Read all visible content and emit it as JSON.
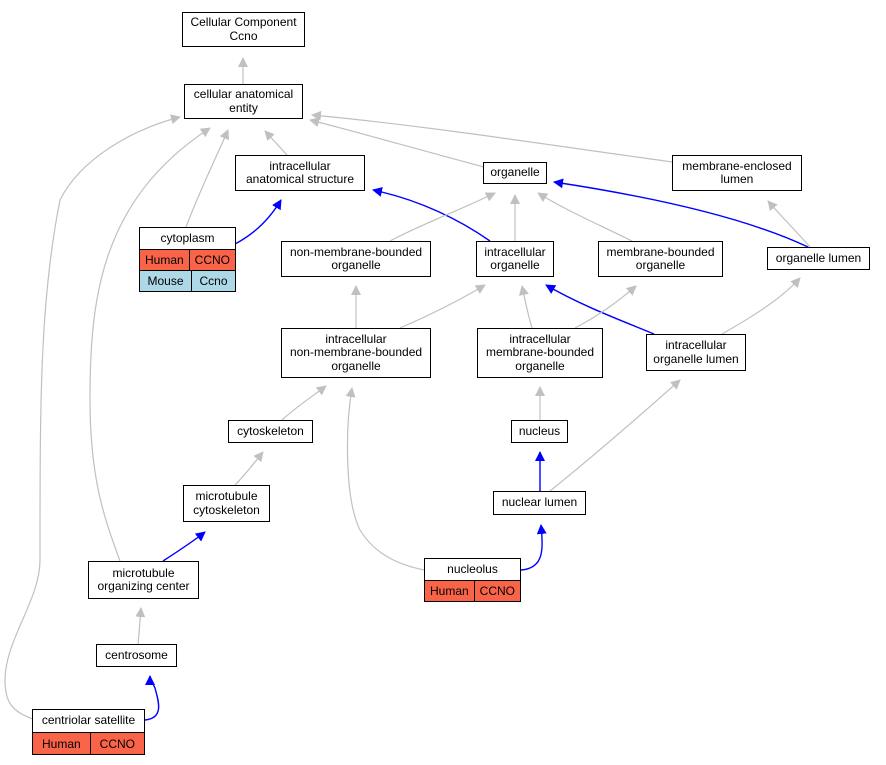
{
  "nodes": [
    {
      "id": "cc",
      "label": "Cellular Component\nCcno"
    },
    {
      "id": "cae",
      "label": "cellular anatomical\nentity"
    },
    {
      "id": "ias",
      "label": "intracellular\nanatomical structure"
    },
    {
      "id": "organelle",
      "label": "organelle"
    },
    {
      "id": "mel",
      "label": "membrane-enclosed\nlumen"
    },
    {
      "id": "cytoplasm",
      "label": "cytoplasm"
    },
    {
      "id": "nmbo",
      "label": "non-membrane-bounded\norganelle"
    },
    {
      "id": "io",
      "label": "intracellular\norganelle"
    },
    {
      "id": "mbo",
      "label": "membrane-bounded\norganelle"
    },
    {
      "id": "ol",
      "label": "organelle lumen"
    },
    {
      "id": "inmbo",
      "label": "intracellular\nnon-membrane-bounded\norganelle"
    },
    {
      "id": "imbo",
      "label": "intracellular\nmembrane-bounded\norganelle"
    },
    {
      "id": "iol",
      "label": "intracellular\norganelle lumen"
    },
    {
      "id": "cytoskeleton",
      "label": "cytoskeleton"
    },
    {
      "id": "nucleus",
      "label": "nucleus"
    },
    {
      "id": "mtcs",
      "label": "microtubule\ncytoskeleton"
    },
    {
      "id": "nl",
      "label": "nuclear lumen"
    },
    {
      "id": "mtoc",
      "label": "microtubule\norganizing center"
    },
    {
      "id": "nucleolus",
      "label": "nucleolus"
    },
    {
      "id": "centrosome",
      "label": "centrosome"
    },
    {
      "id": "cs",
      "label": "centriolar satellite"
    }
  ],
  "annotations": [
    {
      "node": "cytoplasm",
      "species": "Human",
      "gene": "CCNO",
      "color": "#f96449"
    },
    {
      "node": "cytoplasm",
      "species": "Mouse",
      "gene": "Ccno",
      "color": "#add8e6"
    },
    {
      "node": "nucleolus",
      "species": "Human",
      "gene": "CCNO",
      "color": "#f96449"
    },
    {
      "node": "cs",
      "species": "Human",
      "gene": "CCNO",
      "color": "#f96449"
    }
  ],
  "edge_colors": {
    "is_a": "#c0c0c0",
    "part_of": "#0000ff"
  },
  "edges": [
    {
      "from": "cae",
      "to": "cc",
      "type": "is_a"
    },
    {
      "from": "ias",
      "to": "cae",
      "type": "is_a"
    },
    {
      "from": "organelle",
      "to": "cae",
      "type": "is_a"
    },
    {
      "from": "mel",
      "to": "cae",
      "type": "is_a"
    },
    {
      "from": "cytoplasm",
      "to": "cae",
      "type": "is_a"
    },
    {
      "from": "mtoc",
      "to": "cae",
      "type": "is_a"
    },
    {
      "from": "cs",
      "to": "cae",
      "type": "is_a"
    },
    {
      "from": "cytoplasm",
      "to": "ias",
      "type": "part_of"
    },
    {
      "from": "io",
      "to": "ias",
      "type": "part_of"
    },
    {
      "from": "nmbo",
      "to": "organelle",
      "type": "is_a"
    },
    {
      "from": "io",
      "to": "organelle",
      "type": "is_a"
    },
    {
      "from": "mbo",
      "to": "organelle",
      "type": "is_a"
    },
    {
      "from": "ol",
      "to": "organelle",
      "type": "part_of"
    },
    {
      "from": "ol",
      "to": "mel",
      "type": "is_a"
    },
    {
      "from": "inmbo",
      "to": "nmbo",
      "type": "is_a"
    },
    {
      "from": "inmbo",
      "to": "io",
      "type": "is_a"
    },
    {
      "from": "imbo",
      "to": "io",
      "type": "is_a"
    },
    {
      "from": "iol",
      "to": "io",
      "type": "part_of"
    },
    {
      "from": "imbo",
      "to": "mbo",
      "type": "is_a"
    },
    {
      "from": "iol",
      "to": "ol",
      "type": "is_a"
    },
    {
      "from": "cytoskeleton",
      "to": "inmbo",
      "type": "is_a"
    },
    {
      "from": "nucleolus",
      "to": "inmbo",
      "type": "is_a"
    },
    {
      "from": "nucleus",
      "to": "imbo",
      "type": "is_a"
    },
    {
      "from": "nl",
      "to": "iol",
      "type": "is_a"
    },
    {
      "from": "mtcs",
      "to": "cytoskeleton",
      "type": "is_a"
    },
    {
      "from": "nl",
      "to": "nucleus",
      "type": "part_of"
    },
    {
      "from": "mtoc",
      "to": "mtcs",
      "type": "part_of"
    },
    {
      "from": "nucleolus",
      "to": "nl",
      "type": "part_of"
    },
    {
      "from": "centrosome",
      "to": "mtoc",
      "type": "is_a"
    },
    {
      "from": "cs",
      "to": "centrosome",
      "type": "part_of"
    }
  ]
}
